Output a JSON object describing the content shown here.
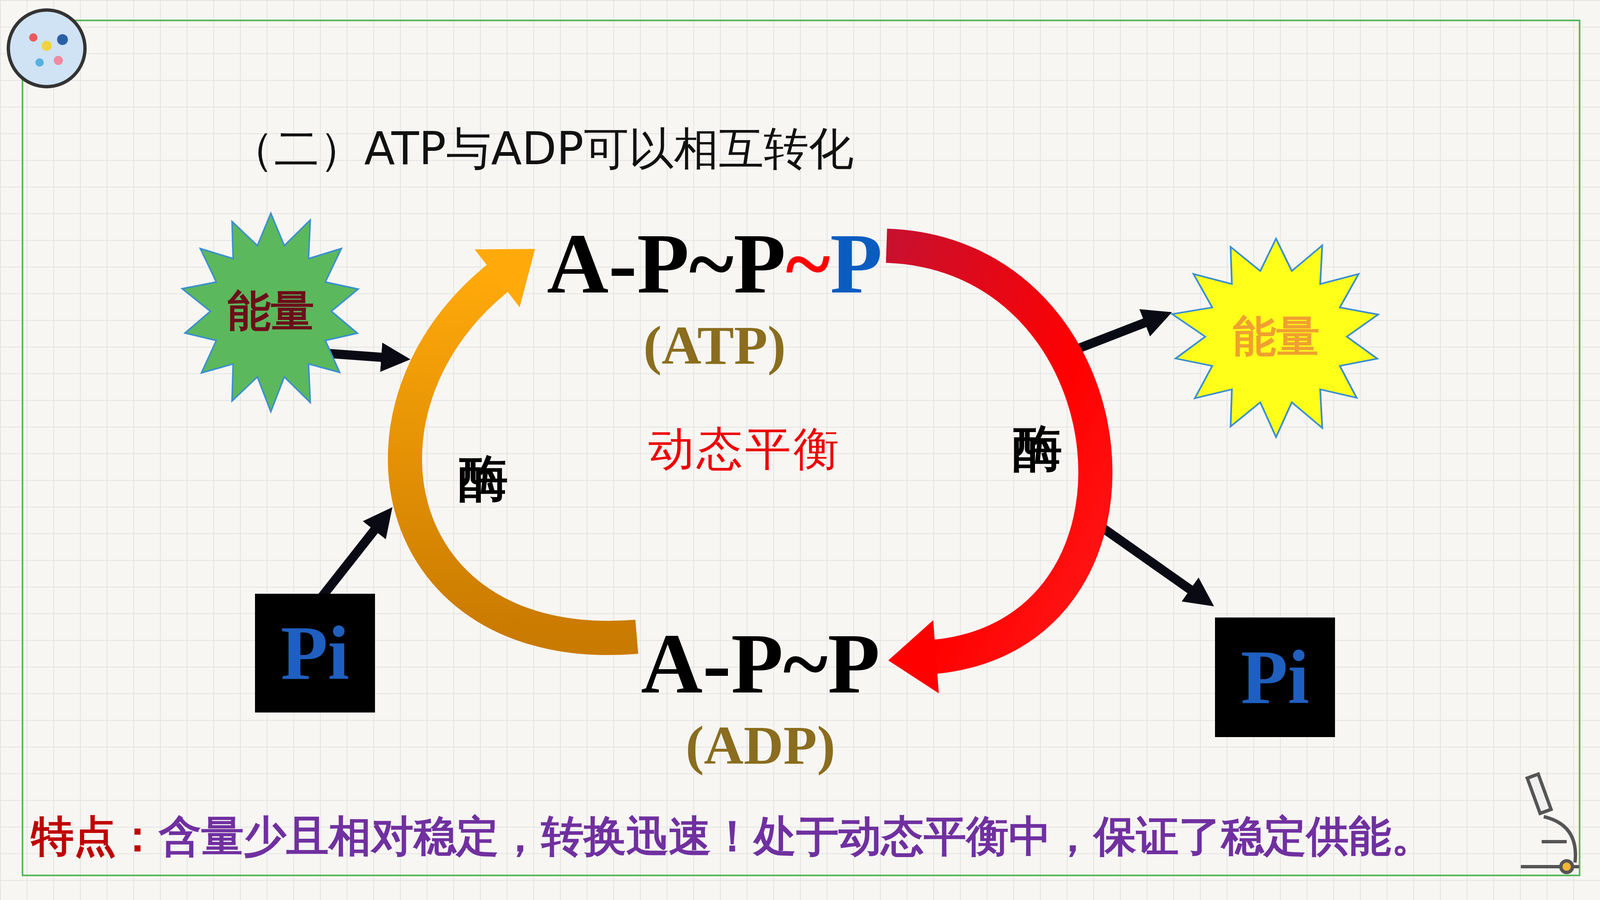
{
  "diagram": {
    "title": "（二）ATP与ADP可以相互转化",
    "caption": "特点：含量少且相对稳定，转换迅速！处于动态平衡中，保证了稳定供能。",
    "nodes": [
      {
        "text": [
          "能量"
        ]
      },
      {
        "text": [
          "A-P~P~P",
          "(ATP)"
        ]
      },
      {
        "text": [
          "能量"
        ]
      },
      {
        "text": [
          "Pi"
        ]
      },
      {
        "text": [
          "A-P~P",
          "(ADP)"
        ]
      },
      {
        "text": [
          "Pi"
        ]
      }
    ],
    "edges": [
      {
        "from": 4,
        "to": 1,
        "arrow": "to",
        "label": "酶"
      },
      {
        "from": 1,
        "to": 4,
        "arrow": "to",
        "label": "酶"
      }
    ],
    "labels": [
      "动态平衡"
    ]
  }
}
